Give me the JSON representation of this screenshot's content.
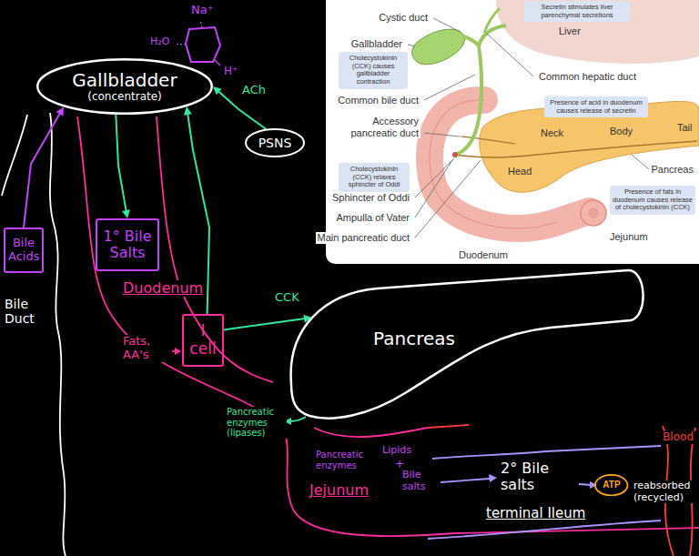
{
  "diagram": {
    "nodes": [
      {
        "text": [
          "Gallbladder",
          "(concentrate)"
        ]
      },
      {
        "text": [
          "PSNS"
        ]
      },
      {
        "text": [
          "Bile Acids"
        ]
      },
      {
        "text": [
          "1° Bile Salts"
        ]
      },
      {
        "text": [
          "I cell"
        ]
      },
      {
        "text": [
          "Pancreas"
        ]
      },
      {
        "text": [
          "ATP"
        ]
      },
      {
        "text": [
          "Secretin stimulates liver parenchymal secretions"
        ]
      },
      {
        "text": [
          "Cholecystokinin (CCK) causes gallbladder contraction"
        ]
      },
      {
        "text": [
          "Presence of acid in duodenum causes release of secretin"
        ]
      },
      {
        "text": [
          "Cholecystokinin (CCK) relaxes sphincter of Oddi"
        ]
      },
      {
        "text": [
          "Presence of fats in duodenum causes release of cholecystokinin (CCK)"
        ]
      }
    ],
    "edges": [
      {
        "from": 0,
        "to": 3,
        "arrow": "to"
      },
      {
        "from": 1,
        "to": 0,
        "label": "ACh",
        "arrow": "to"
      },
      {
        "from": 4,
        "to": 5,
        "label": "CCK",
        "arrow": "to"
      },
      {
        "from": 4,
        "to": 0,
        "arrow": "to"
      },
      {
        "from": 2,
        "to": 0,
        "arrow": "to"
      }
    ],
    "labels": [
      "Na⁺",
      "H₂O",
      "H⁺",
      "Bile Duct",
      "Duodenum",
      "Fats, AA's",
      "Pancreatic enzymes (lipases)",
      "Pancreatic enzymes",
      "Lipids",
      "+",
      "Bile salts",
      "Jejunum",
      "2° Bile salts",
      "terminal Ileum",
      "reabsorbed (recycled)",
      "Blood",
      "Cystic duct",
      "Liver",
      "Gallbladder",
      "Common hepatic duct",
      "Common bile duct",
      "Accessory pancreatic duct",
      "Neck",
      "Body",
      "Tail",
      "Head",
      "Pancreas",
      "Sphincter of Oddi",
      "Ampulla of Vater",
      "Main pancreatic duct",
      "Jejunum",
      "Duodenum"
    ]
  }
}
